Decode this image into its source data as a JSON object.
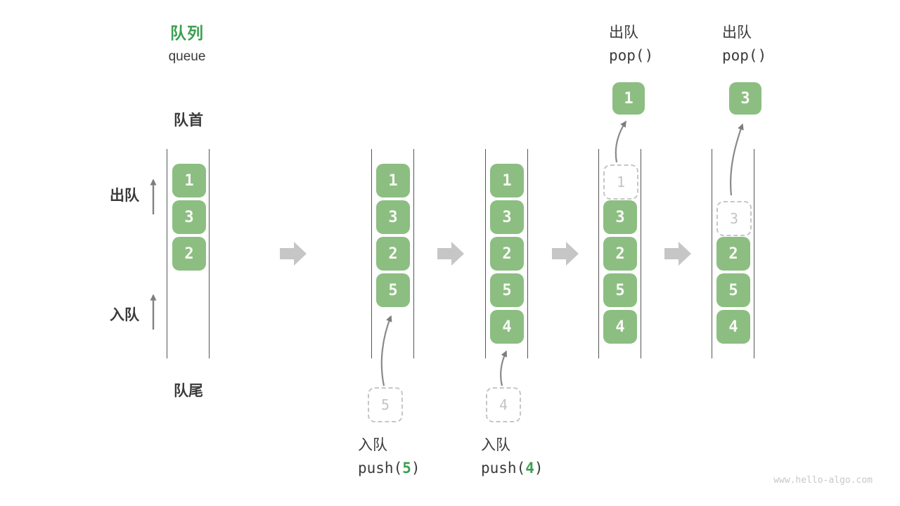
{
  "header": {
    "title_zh": "队列",
    "title_en": "queue"
  },
  "side_labels": {
    "front": "队首",
    "rear": "队尾",
    "dequeue": "出队",
    "enqueue": "入队"
  },
  "columns": [
    {
      "boxes": [
        "1",
        "3",
        "2"
      ]
    },
    {
      "boxes": [
        "1",
        "3",
        "2",
        "5"
      ]
    },
    {
      "boxes": [
        "1",
        "3",
        "2",
        "5",
        "4"
      ]
    },
    {
      "ghost": "1",
      "boxes": [
        "3",
        "2",
        "5",
        "4"
      ]
    },
    {
      "ghost": "3",
      "boxes": [
        "2",
        "5",
        "4"
      ]
    }
  ],
  "operations": {
    "push1": {
      "label": "入队",
      "fn": "push(",
      "arg": "5",
      "close": ")",
      "ghost": "5"
    },
    "push2": {
      "label": "入队",
      "fn": "push(",
      "arg": "4",
      "close": ")",
      "ghost": "4"
    },
    "pop1": {
      "label": "出队",
      "code": "pop()",
      "value": "1"
    },
    "pop2": {
      "label": "出队",
      "code": "pop()",
      "value": "3"
    }
  },
  "watermark": "www.hello-algo.com",
  "colors": {
    "box_green": "#8cbe82",
    "accent_green": "#3d9f52",
    "text_dark": "#3b3b3b",
    "block_arrow_gray": "#c6c6c6",
    "ghost_gray": "#c4c4c4",
    "channel_line_gray": "#555555",
    "thin_arrow_gray": "#828282",
    "watermark_gray": "#c8c8c8"
  }
}
